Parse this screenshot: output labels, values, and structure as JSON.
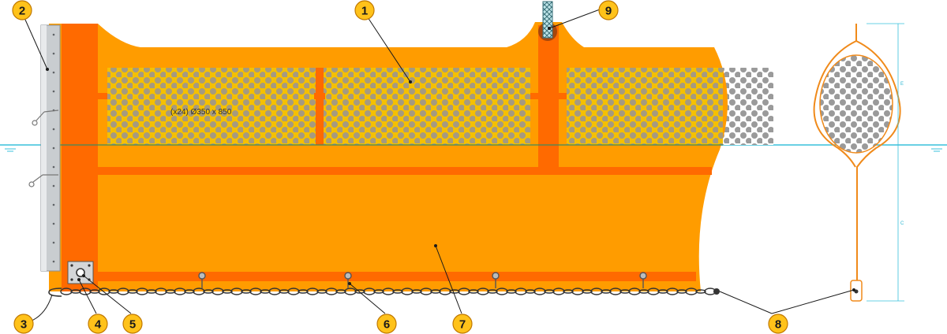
{
  "annotation": "(x24) Ø350 x 850",
  "dimension_labels": [
    "E",
    "C"
  ],
  "callouts": [
    "1",
    "2",
    "3",
    "4",
    "5",
    "6",
    "7",
    "8",
    "9"
  ],
  "colors": {
    "skirt": "#ff9c00",
    "strip": "#ff6a00",
    "float": "#f5c000",
    "float_dot": "#a59a80",
    "water": "#38c0dc",
    "callout_fill": "#ffc21a",
    "callout_stroke": "#c07800",
    "ghost_dot": "#9a9a9a"
  }
}
